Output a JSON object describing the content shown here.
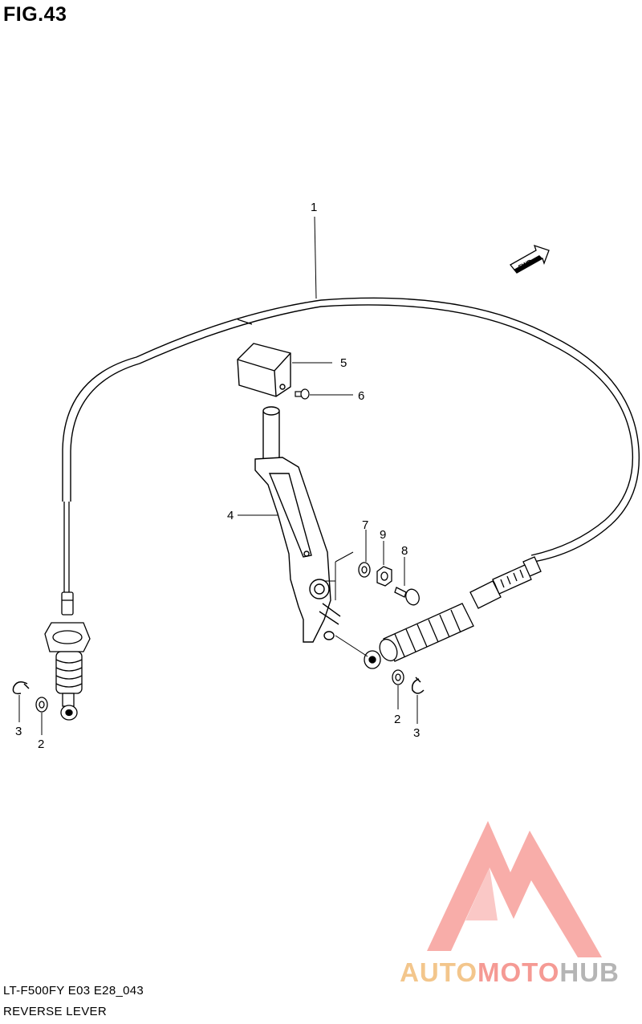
{
  "figure": {
    "title": "FIG.43"
  },
  "fwd_badge": {
    "text": "FWD"
  },
  "callouts": [
    {
      "id": "1",
      "text": "1"
    },
    {
      "id": "2a",
      "text": "2"
    },
    {
      "id": "2b",
      "text": "2"
    },
    {
      "id": "3a",
      "text": "3"
    },
    {
      "id": "3b",
      "text": "3"
    },
    {
      "id": "4",
      "text": "4"
    },
    {
      "id": "5",
      "text": "5"
    },
    {
      "id": "6",
      "text": "6"
    },
    {
      "id": "7",
      "text": "7"
    },
    {
      "id": "8",
      "text": "8"
    },
    {
      "id": "9",
      "text": "9"
    }
  ],
  "footer": {
    "model_code": "LT-F500FY E03 E28_043",
    "section_name": "REVERSE LEVER"
  },
  "watermark": {
    "word_part1": "AUTO",
    "word_part2": "MOTO",
    "word_part3": "HUB",
    "colors": {
      "auto": "#f3c68c",
      "moto": "#f59a94",
      "hub": "#b5b5b5",
      "triangle": "#f26a63"
    }
  }
}
